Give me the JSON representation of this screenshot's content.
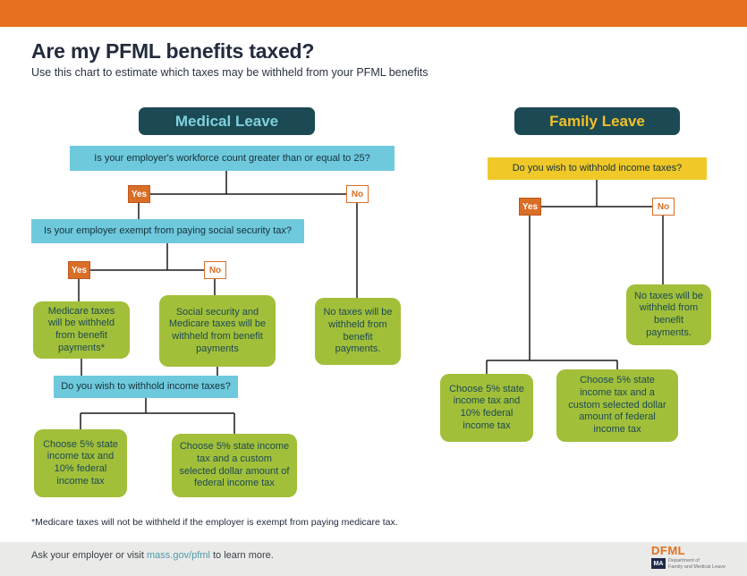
{
  "page": {
    "title": "Are my PFML benefits taxed?",
    "subtitle": "Use this chart to estimate which taxes may be withheld from your PFML benefits",
    "footnote": "*Medicare taxes will not be withheld if the employer is exempt from paying medicare tax."
  },
  "medical": {
    "header": "Medical Leave",
    "q_workforce": "Is your employer's workforce count greater than or equal to 25?",
    "yes1": "Yes",
    "no1": "No",
    "q_exempt": "Is your employer exempt from paying social security tax?",
    "yes2": "Yes",
    "no2": "No",
    "outcome_medicare": "Medicare taxes will be withheld from benefit payments*",
    "outcome_ss_medicare": "Social security and Medicare taxes will be withheld from benefit payments",
    "outcome_no_taxes": "No taxes will be withheld from benefit payments.",
    "q_income": "Do you wish to withhold income taxes?",
    "outcome_state_fed": "Choose 5% state income tax and 10% federal income tax",
    "outcome_custom": "Choose 5% state income tax and a custom selected dollar amount of federal income tax"
  },
  "family": {
    "header": "Family Leave",
    "q_income": "Do you wish to withhold income taxes?",
    "yes": "Yes",
    "no": "No",
    "outcome_no_taxes": "No taxes will be withheld from benefit payments.",
    "outcome_state_fed": "Choose 5% state income tax and 10% federal income tax",
    "outcome_custom": "Choose 5% state income tax and a custom selected dollar amount of federal income tax"
  },
  "footer": {
    "prefix": "Ask your employer or visit ",
    "link": "mass.gov/pfml",
    "suffix": " to learn more.",
    "logo_dfml": "DFML",
    "logo_ma": "MA",
    "logo_caption_line1": "Department of",
    "logo_caption_line2": "Family and Medical Leave"
  },
  "colors": {
    "accent_orange": "#E6701E",
    "teal_dark": "#1C4A54",
    "medical_header_text": "#7FD0DE",
    "family_header_text": "#F0C02A",
    "question_blue": "#6FC9DD",
    "question_yellow": "#F0C929",
    "outcome_green": "#A2BF3A",
    "link_teal": "#4E9BA8",
    "footer_gray": "#EAEAE8"
  }
}
